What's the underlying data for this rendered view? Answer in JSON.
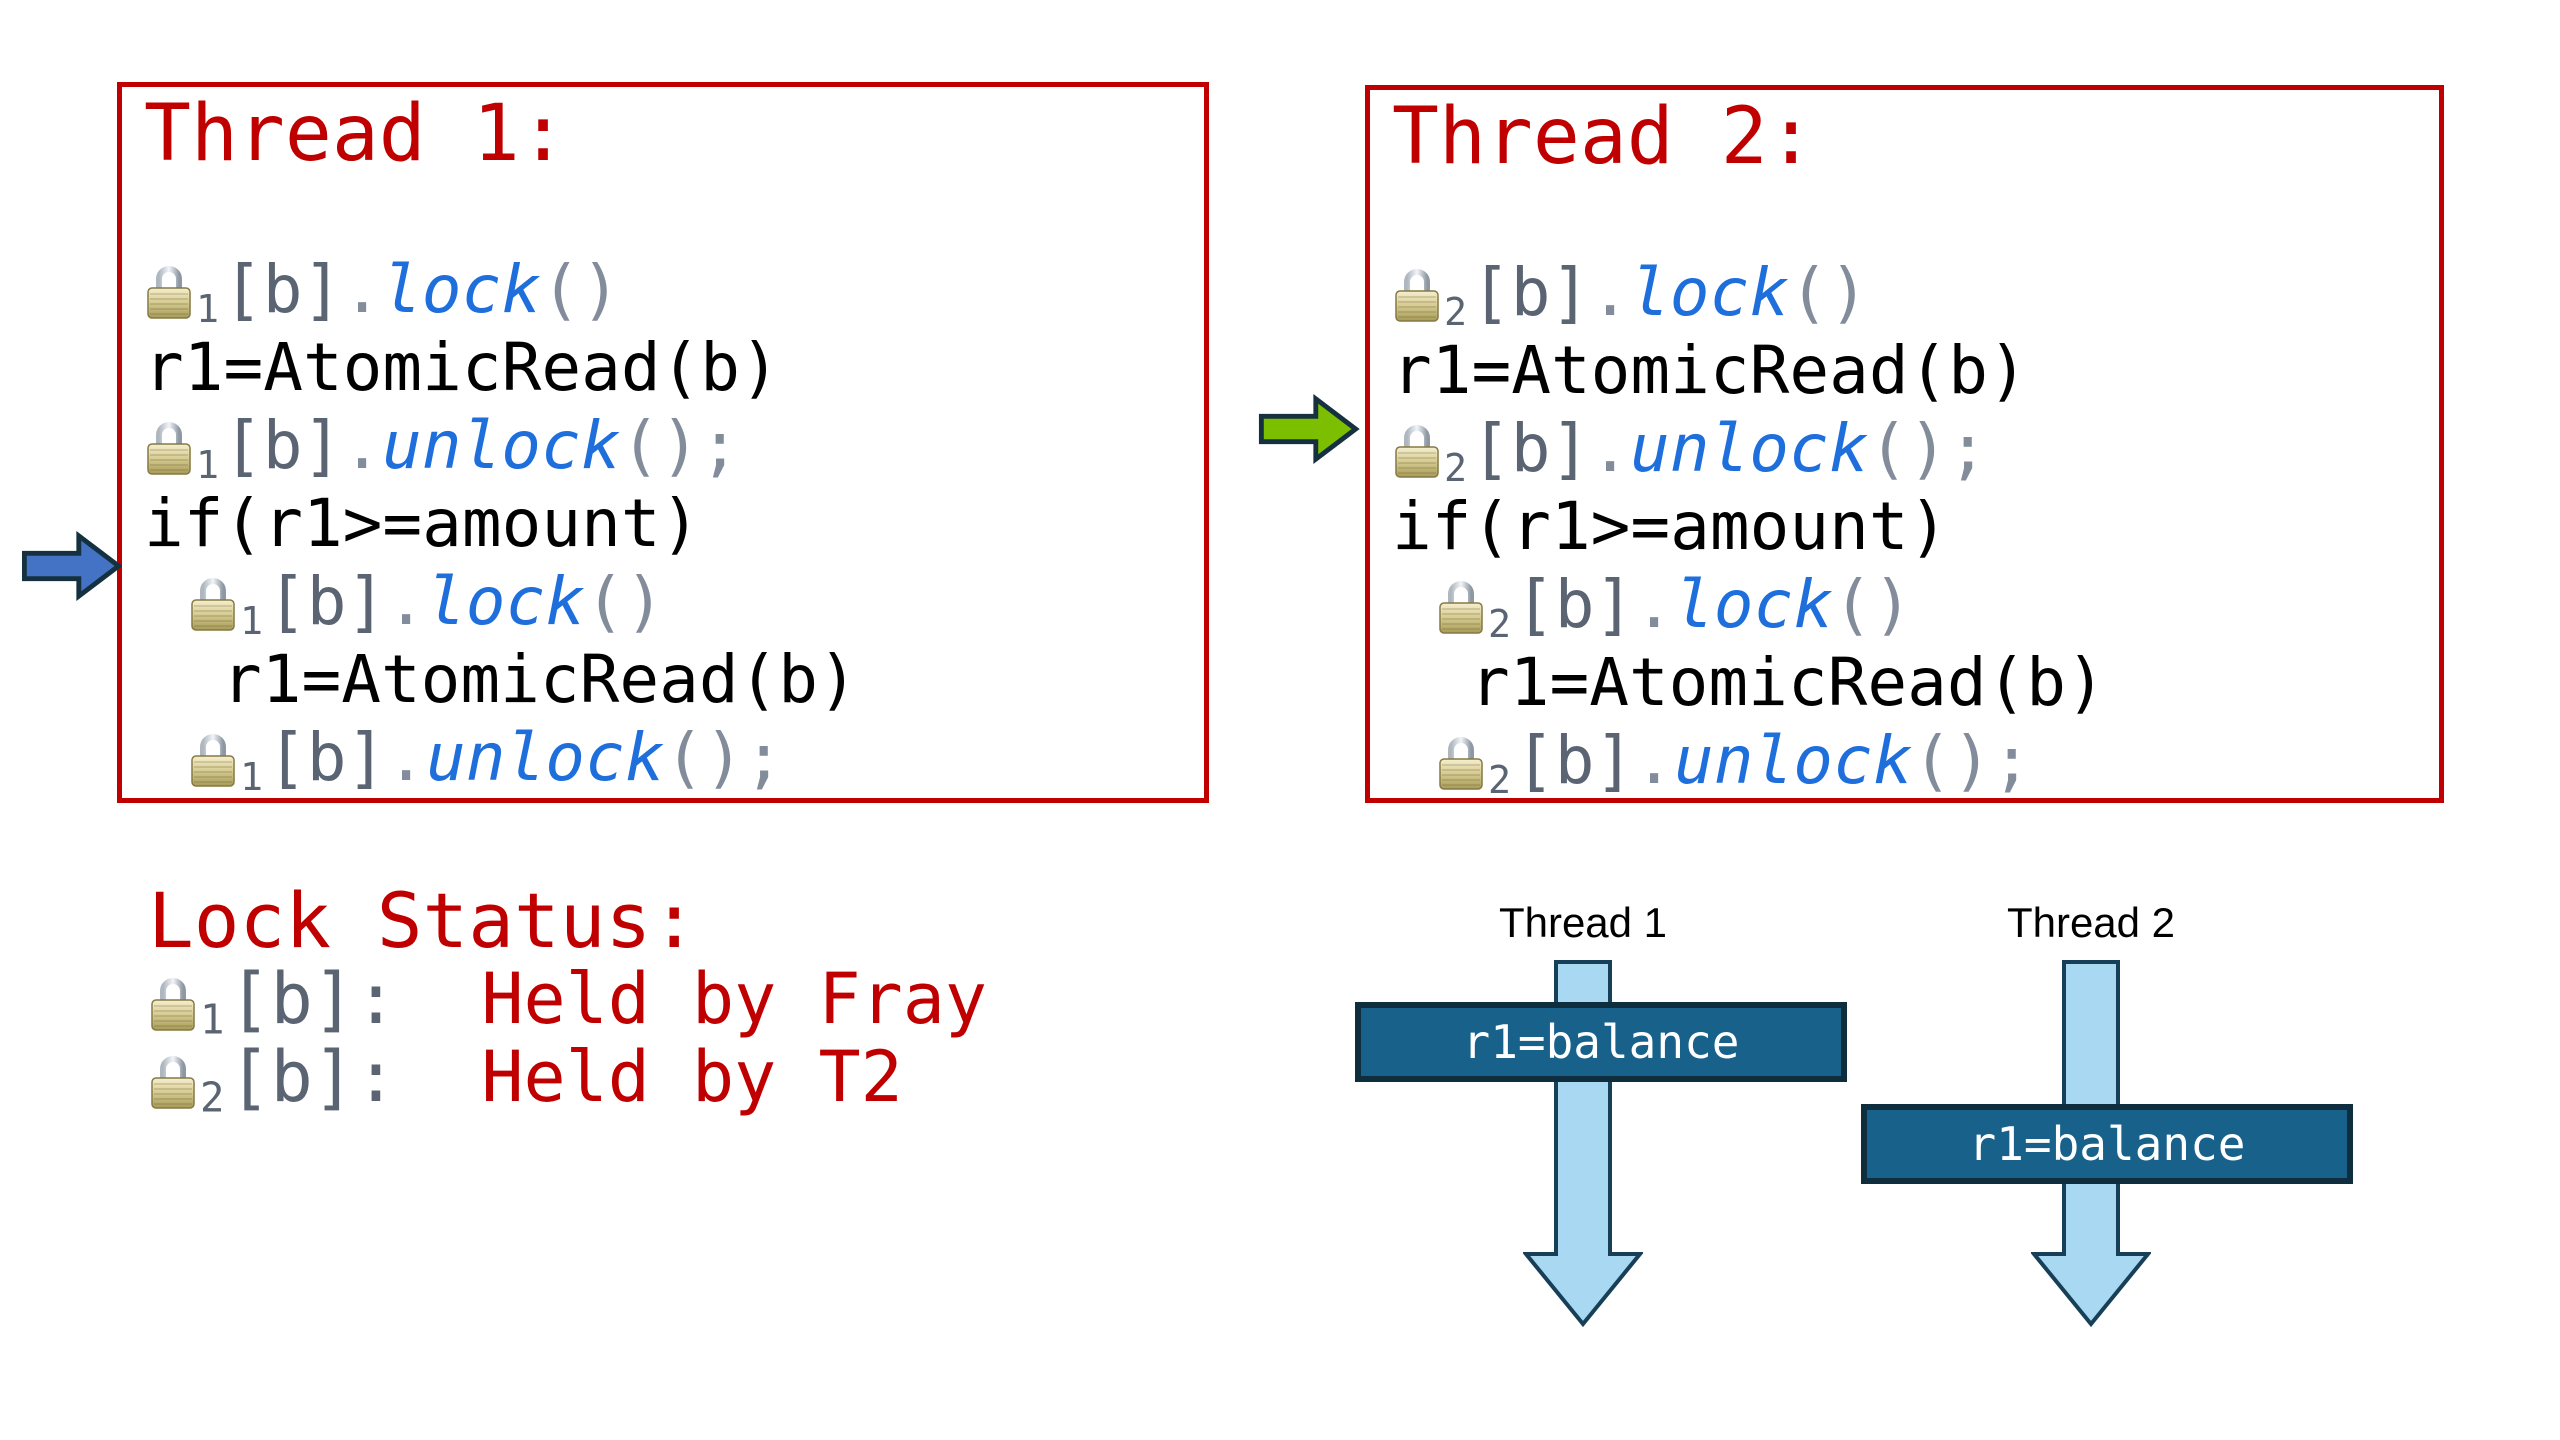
{
  "colors": {
    "heading-red": "#C00000",
    "border-red": "#C00000",
    "code-black": "#000000",
    "keyword-blue": "#1E6FDC",
    "slate": "#5B6472",
    "paren-gray": "#828C9A",
    "arrow-blue-fill": "#4472C4",
    "arrow-green-fill": "#7CBE00",
    "arrow-dark-outline": "#15313F",
    "timeline-arrow-fill": "#A9D8F2",
    "timeline-arrow-outline": "#174058",
    "balance-box-fill": "#17618A",
    "balance-box-outline": "#0E2D3D",
    "balance-box-text": "#FFFFFF",
    "label-black": "#000000"
  },
  "icons": {
    "lock": "gold-padlock-icon",
    "blue_pointer": "blue-right-arrow-icon",
    "green_pointer": "green-right-arrow-icon",
    "timeline_arrow": "light-blue-down-arrow-icon"
  },
  "thread1": {
    "title": "Thread 1:",
    "lines": [
      {
        "segs": [
          [
            "icon"
          ],
          [
            "sub",
            "1"
          ],
          [
            "slate",
            "[b]"
          ],
          [
            "gray",
            "."
          ],
          [
            "kw",
            "lock"
          ],
          [
            "gray",
            "()"
          ]
        ]
      },
      {
        "segs": [
          [
            "plain",
            "r1=AtomicRead(b)"
          ]
        ]
      },
      {
        "segs": [
          [
            "icon"
          ],
          [
            "sub",
            "1"
          ],
          [
            "slate",
            "[b]"
          ],
          [
            "gray",
            "."
          ],
          [
            "kw",
            "unlock"
          ],
          [
            "gray",
            "();"
          ]
        ]
      },
      {
        "segs": [
          [
            "plain",
            "if(r1>=amount)"
          ]
        ]
      },
      {
        "indent": 44,
        "segs": [
          [
            "icon"
          ],
          [
            "sub",
            "1"
          ],
          [
            "slate",
            "[b]"
          ],
          [
            "gray",
            "."
          ],
          [
            "kw",
            "lock"
          ],
          [
            "gray",
            "()"
          ]
        ]
      },
      {
        "indent": 78,
        "segs": [
          [
            "plain",
            "r1=AtomicRead(b)"
          ]
        ]
      },
      {
        "indent": 44,
        "segs": [
          [
            "icon"
          ],
          [
            "sub",
            "1"
          ],
          [
            "slate",
            "[b]"
          ],
          [
            "gray",
            "."
          ],
          [
            "kw",
            "unlock"
          ],
          [
            "gray",
            "();"
          ]
        ]
      }
    ]
  },
  "thread2": {
    "title": "Thread 2:",
    "lines": [
      {
        "segs": [
          [
            "icon"
          ],
          [
            "sub",
            "2"
          ],
          [
            "slate",
            "[b]"
          ],
          [
            "gray",
            "."
          ],
          [
            "kw",
            "lock"
          ],
          [
            "gray",
            "()"
          ]
        ]
      },
      {
        "segs": [
          [
            "plain",
            "r1=AtomicRead(b)"
          ]
        ]
      },
      {
        "segs": [
          [
            "icon"
          ],
          [
            "sub",
            "2"
          ],
          [
            "slate",
            "[b]"
          ],
          [
            "gray",
            "."
          ],
          [
            "kw",
            "unlock"
          ],
          [
            "gray",
            "();"
          ]
        ]
      },
      {
        "segs": [
          [
            "plain",
            "if(r1>=amount)"
          ]
        ]
      },
      {
        "indent": 44,
        "segs": [
          [
            "icon"
          ],
          [
            "sub",
            "2"
          ],
          [
            "slate",
            "[b]"
          ],
          [
            "gray",
            "."
          ],
          [
            "kw",
            "lock"
          ],
          [
            "gray",
            "()"
          ]
        ]
      },
      {
        "indent": 78,
        "segs": [
          [
            "plain",
            "r1=AtomicRead(b)"
          ]
        ]
      },
      {
        "indent": 44,
        "segs": [
          [
            "icon"
          ],
          [
            "sub",
            "2"
          ],
          [
            "slate",
            "[b]"
          ],
          [
            "gray",
            "."
          ],
          [
            "kw",
            "unlock"
          ],
          [
            "gray",
            "();"
          ]
        ]
      }
    ]
  },
  "lock_status": {
    "title": "Lock Status:",
    "entries": [
      {
        "segs": [
          [
            "icon"
          ],
          [
            "sub",
            "1"
          ],
          [
            "slate",
            "[b]"
          ],
          [
            "slate",
            ":"
          ],
          [
            "red",
            "  Held by Fray"
          ]
        ]
      },
      {
        "segs": [
          [
            "icon"
          ],
          [
            "sub",
            "2"
          ],
          [
            "slate",
            "[b]"
          ],
          [
            "slate",
            ":"
          ],
          [
            "red",
            "  Held by T2"
          ]
        ]
      }
    ]
  },
  "timeline": {
    "columns": [
      {
        "label": "Thread 1",
        "box_text": "r1=balance"
      },
      {
        "label": "Thread 2",
        "box_text": "r1=balance"
      }
    ]
  }
}
